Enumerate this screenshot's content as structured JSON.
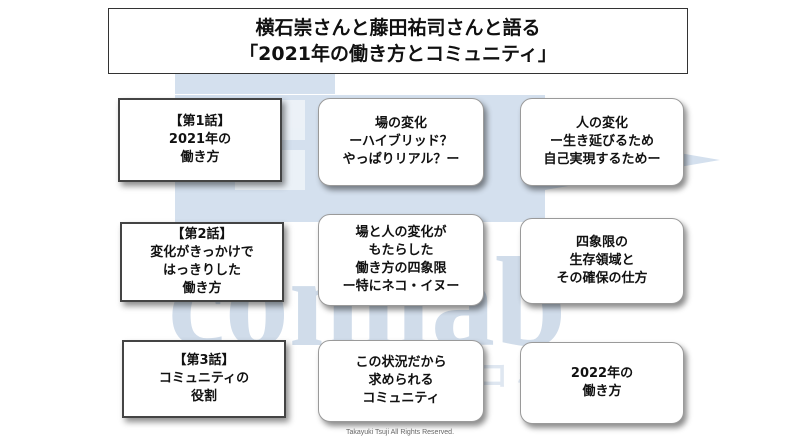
{
  "title": {
    "line1": "横石崇さんと藤田祐司さんと語る",
    "line2": "「2021年の働き方とコミュニティ」"
  },
  "cards": [
    {
      "id": "ep1",
      "lines": [
        "【第1話】",
        "2021年の",
        "働き方"
      ]
    },
    {
      "id": "topic-place",
      "lines": [
        "場の変化",
        "ーハイブリッド？",
        "やっぱりリアル？ー"
      ]
    },
    {
      "id": "topic-people",
      "lines": [
        "人の変化",
        "ー生き延びるため",
        "自己実現するためー"
      ]
    },
    {
      "id": "ep2",
      "lines": [
        "【第2話】",
        "変化がきっかけで",
        "はっきりした",
        "働き方"
      ]
    },
    {
      "id": "topic-quadrant",
      "lines": [
        "場と人の変化が",
        "もたらした",
        "働き方の四象限",
        "ー特にネコ・イヌー"
      ]
    },
    {
      "id": "topic-quadrant-detail",
      "lines": [
        "四象限の",
        "生存領域と",
        "その確保の仕方"
      ]
    },
    {
      "id": "ep3",
      "lines": [
        "【第3話】",
        "コミュニティの",
        "役割"
      ]
    },
    {
      "id": "topic-community",
      "lines": [
        "この状況だから",
        "求められる",
        "コミュニティ"
      ]
    },
    {
      "id": "topic-2022",
      "lines": [
        "2022年の",
        "働き方"
      ]
    }
  ],
  "watermark": {
    "logo_text": "comlab",
    "sub_text": "コミュラボ",
    "color": "#cfdbea"
  },
  "footer": "Takayuki Tsuji All Rights Reserved."
}
